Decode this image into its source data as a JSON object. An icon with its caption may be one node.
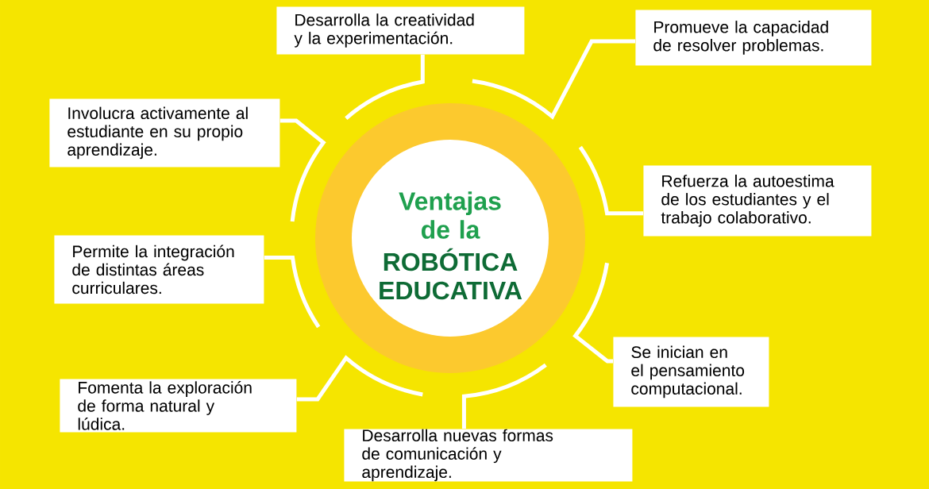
{
  "diagram": {
    "nodes": [
      {
        "text": [
          "Ventajas de la",
          "ROBÓTICA EDUCATIVA"
        ]
      },
      {
        "text": [
          "Desarrolla la creatividad y la experimentación."
        ]
      },
      {
        "text": [
          "Promueve la capacidad de resolver problemas."
        ]
      },
      {
        "text": [
          "Involucra activamente al estudiante en su propio aprendizaje."
        ]
      },
      {
        "text": [
          "Refuerza la autoestima de los estudiantes y el trabajo colaborativo."
        ]
      },
      {
        "text": [
          "Permite la integración de distintas áreas curriculares."
        ]
      },
      {
        "text": [
          "Se inician en el pensamiento computacional."
        ]
      },
      {
        "text": [
          "Fomenta la exploración de forma natural y lúdica."
        ]
      },
      {
        "text": [
          "Desarrolla nuevas formas de comunicación y aprendizaje."
        ]
      }
    ],
    "edges": [
      {
        "from": 1,
        "to": 0,
        "arrow": "none"
      },
      {
        "from": 2,
        "to": 0,
        "arrow": "none"
      },
      {
        "from": 3,
        "to": 0,
        "arrow": "none"
      },
      {
        "from": 4,
        "to": 0,
        "arrow": "none"
      },
      {
        "from": 5,
        "to": 0,
        "arrow": "none"
      },
      {
        "from": 6,
        "to": 0,
        "arrow": "none"
      },
      {
        "from": 7,
        "to": 0,
        "arrow": "none"
      },
      {
        "from": 8,
        "to": 0,
        "arrow": "none"
      }
    ]
  }
}
